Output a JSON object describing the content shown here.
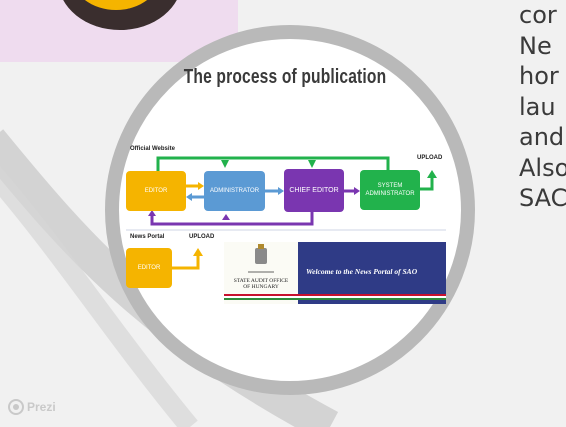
{
  "slide": {
    "title": "The process of publication",
    "side_text_lines": [
      "cor",
      "Ne",
      "hor",
      "lau",
      "and",
      "Also",
      "SAC"
    ]
  },
  "diagram": {
    "official_website_label": "Official Website",
    "upload_label_top": "UPLOAD",
    "editor_label": "EDITOR",
    "administrator_label": "ADMINISTRATOR",
    "chief_editor_label": "CHIEF EDITOR",
    "system_administrator_label": "SYSTEM ADMINISTRATOR",
    "news_portal_label": "News Portal",
    "upload_label_bottom": "UPLOAD",
    "editor_label_bottom": "EDITOR"
  },
  "banner": {
    "org_name": "STATE AUDIT OFFICE OF HUNGARY",
    "welcome_text": "Welcome to the News Portal of SAO"
  },
  "branding": {
    "prezi_label": "Prezi"
  },
  "colors": {
    "editor": "#f5b400",
    "administrator": "#5b9ad4",
    "chief_editor": "#7a36b0",
    "system_administrator": "#22b24c",
    "banner_blue": "#2f3b86"
  }
}
